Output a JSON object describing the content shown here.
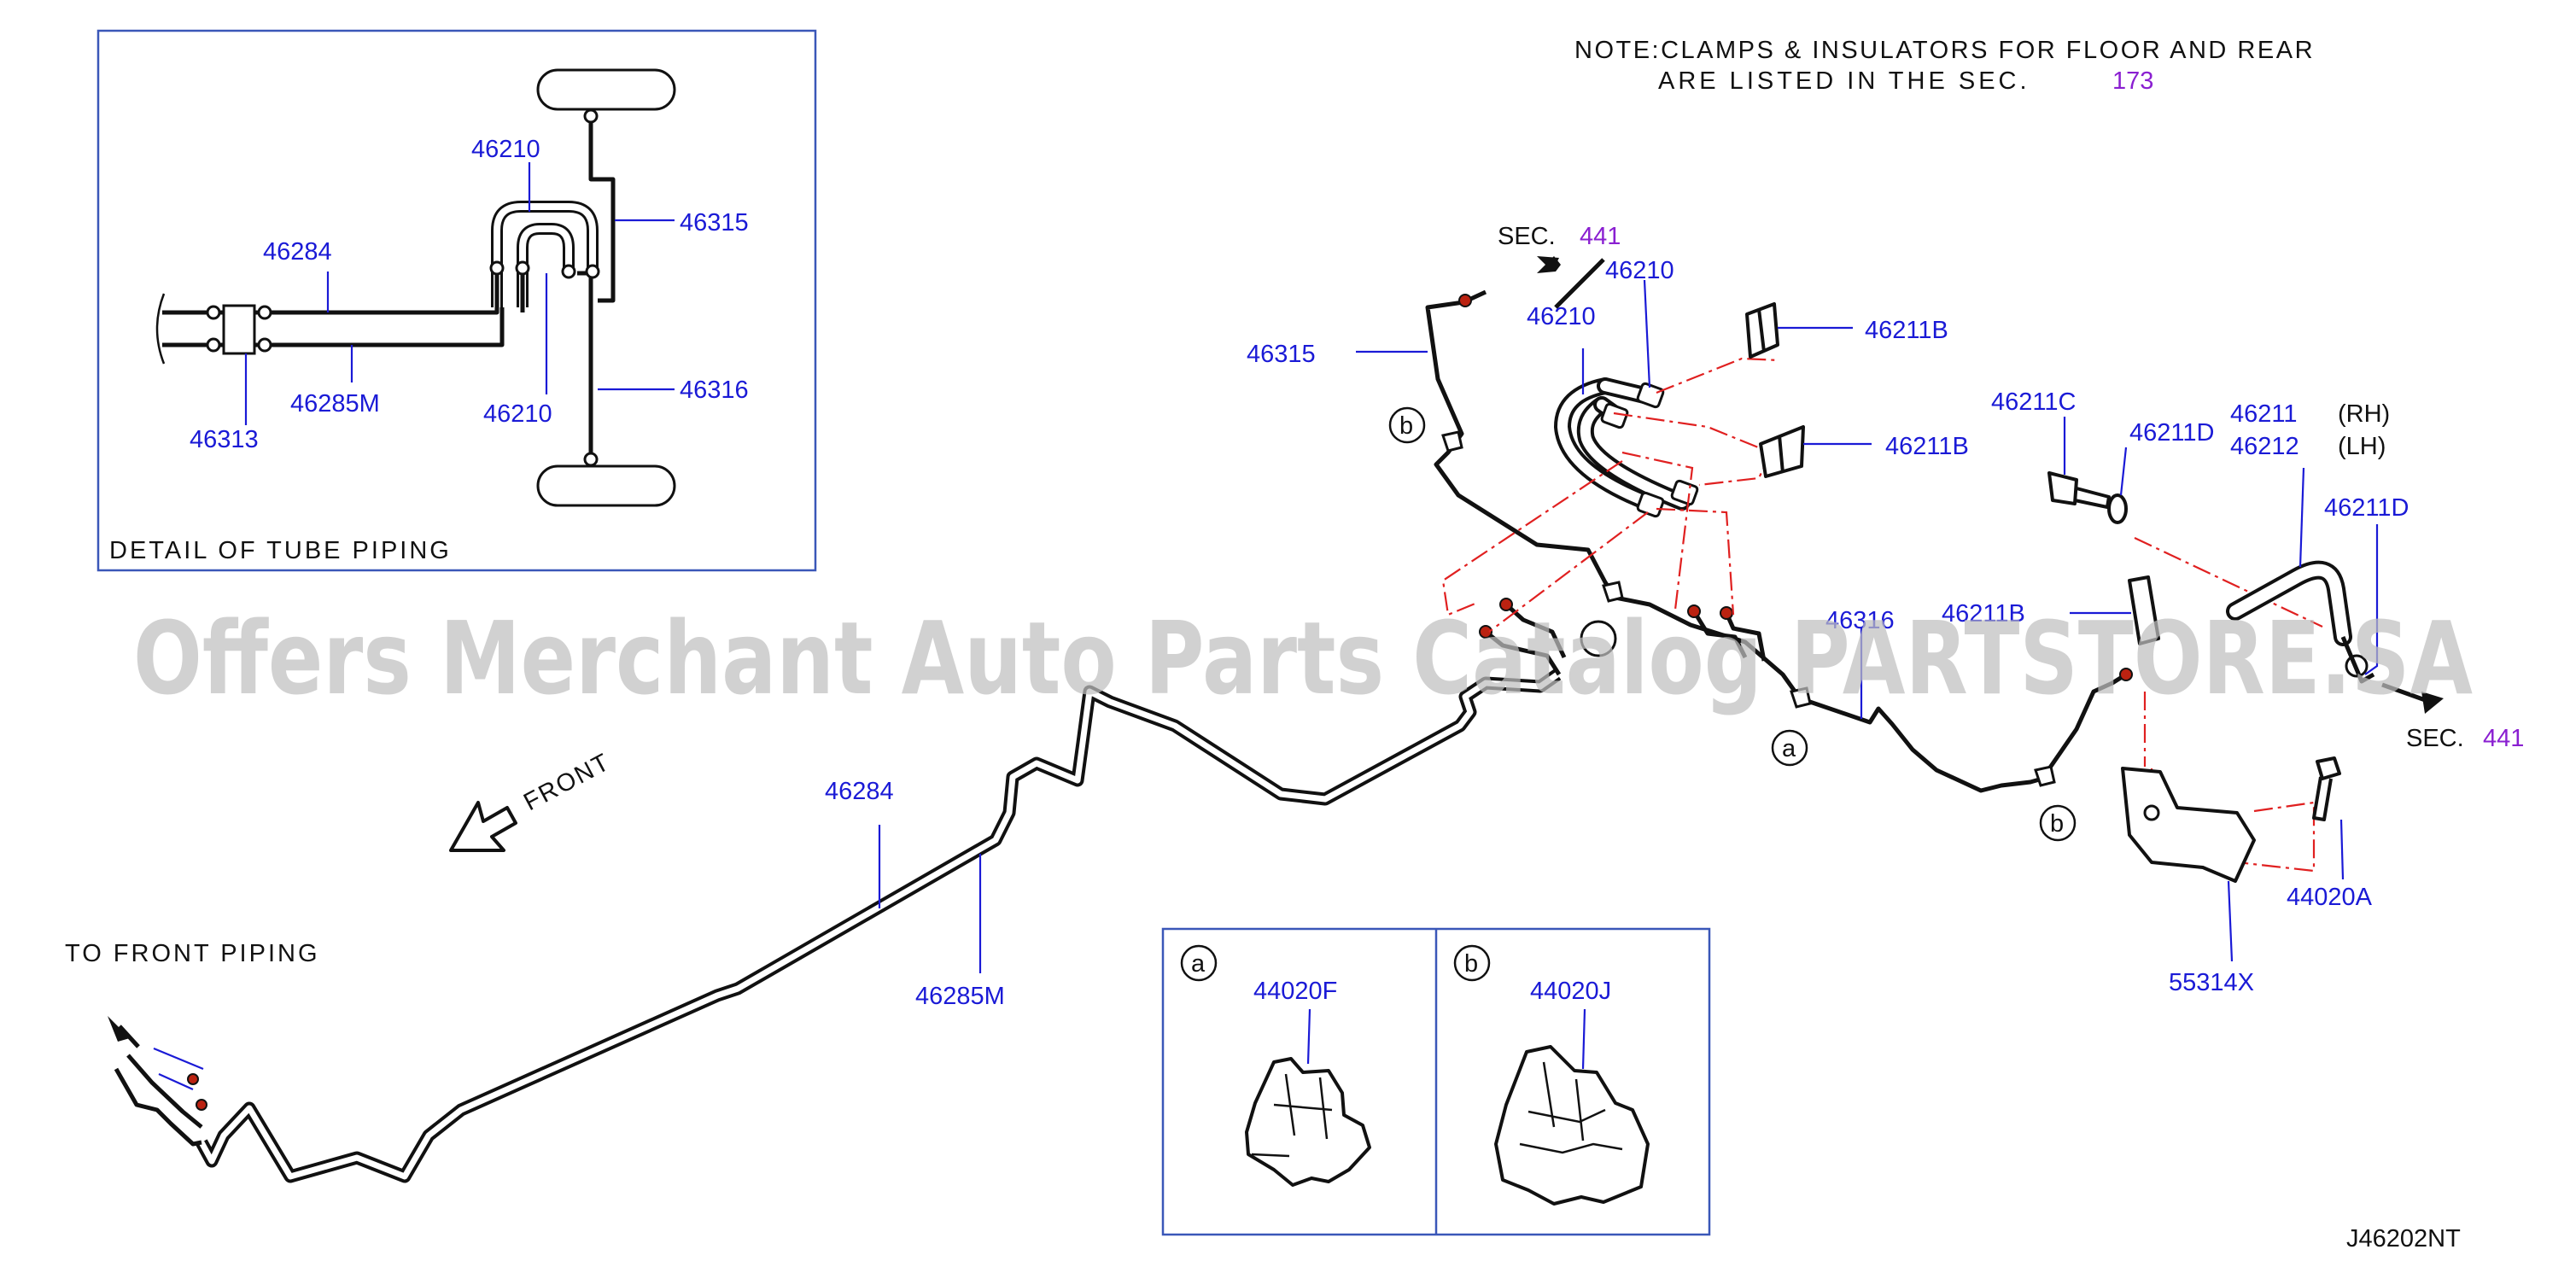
{
  "diagram_code": "J46202NT",
  "watermark": "Offers Merchant Auto Parts Catalog PARTSTORE.SA",
  "note": {
    "line1": "NOTE:CLAMPS & INSULATORS FOR FLOOR AND REAR",
    "line2": "ARE LISTED IN THE SEC.",
    "sec_ref": "173"
  },
  "detail": {
    "caption": "DETAIL OF TUBE PIPING",
    "labels": [
      "46210",
      "46284",
      "46315",
      "46285M",
      "46210",
      "46316",
      "46313"
    ]
  },
  "main": {
    "sec_label": "SEC.",
    "sec_ref_top": "441",
    "sec_ref_right": "441",
    "to_front": "TO FRONT PIPING",
    "front": "FRONT",
    "labels": {
      "p46315": "46315",
      "p46210a": "46210",
      "p46210b": "46210",
      "p46211b1": "46211B",
      "p46211b2": "46211B",
      "p46211b3": "46211B",
      "p46211c": "46211C",
      "p46211d1": "46211D",
      "p46211d2": "46211D",
      "p46211": "46211",
      "p46212": "46212",
      "rh": "(RH)",
      "lh": "(LH)",
      "p46316": "46316",
      "p46284": "46284",
      "p46285m": "46285M",
      "p44020a": "44020A",
      "p55314x": "55314X"
    },
    "callouts": {
      "a": "a",
      "b": "b"
    }
  },
  "clips": {
    "a_letter": "a",
    "a_part": "44020F",
    "b_letter": "b",
    "b_part": "44020J"
  }
}
